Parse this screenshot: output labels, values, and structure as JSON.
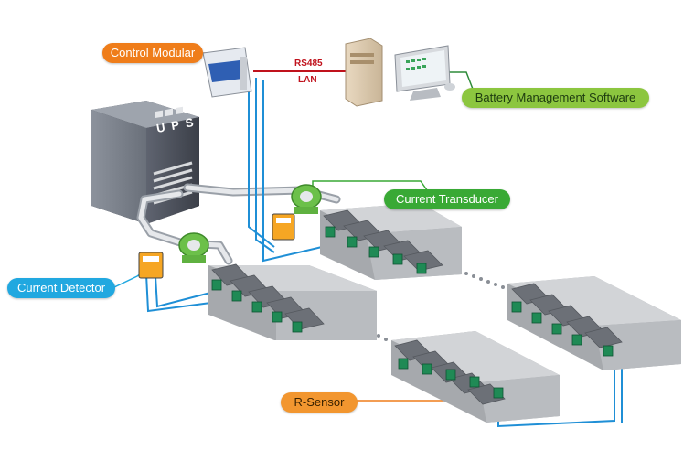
{
  "labels": {
    "control_modular": "Control Modular",
    "battery_software": "Battery Management Software",
    "current_transducer": "Current Transducer",
    "current_detector": "Current Detector",
    "r_sensor": "R-Sensor",
    "rs485": "RS485",
    "lan": "LAN",
    "ups_text": "UPS"
  },
  "colors": {
    "orange": "#ef7d1a",
    "green": "#39a935",
    "light_green": "#8cc63f",
    "blue_wire": "#1f8fd6",
    "red_link": "#c0121c",
    "battery_body": "#b4b6b9",
    "sensor_green": "#1f8a55"
  }
}
